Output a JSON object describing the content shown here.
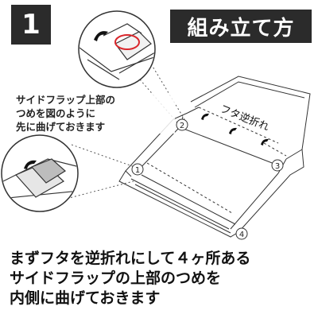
{
  "step_badge": "1",
  "title": "組み立て方",
  "note_lines": [
    "サイドフラップ上部の",
    "つめを図のように",
    "先に曲げておきます"
  ],
  "lid_label": "フタ逆折れ",
  "corner_numbers": [
    "1",
    "2",
    "3",
    "4"
  ],
  "instruction_lines": [
    "まずフタを逆折れにして４ヶ所ある",
    "サイドフラップの上部のつめを",
    "内側に曲げておきます"
  ],
  "colors": {
    "badge_bg": "#2b2b2b",
    "highlight": "#d9262b",
    "line": "#333333"
  }
}
